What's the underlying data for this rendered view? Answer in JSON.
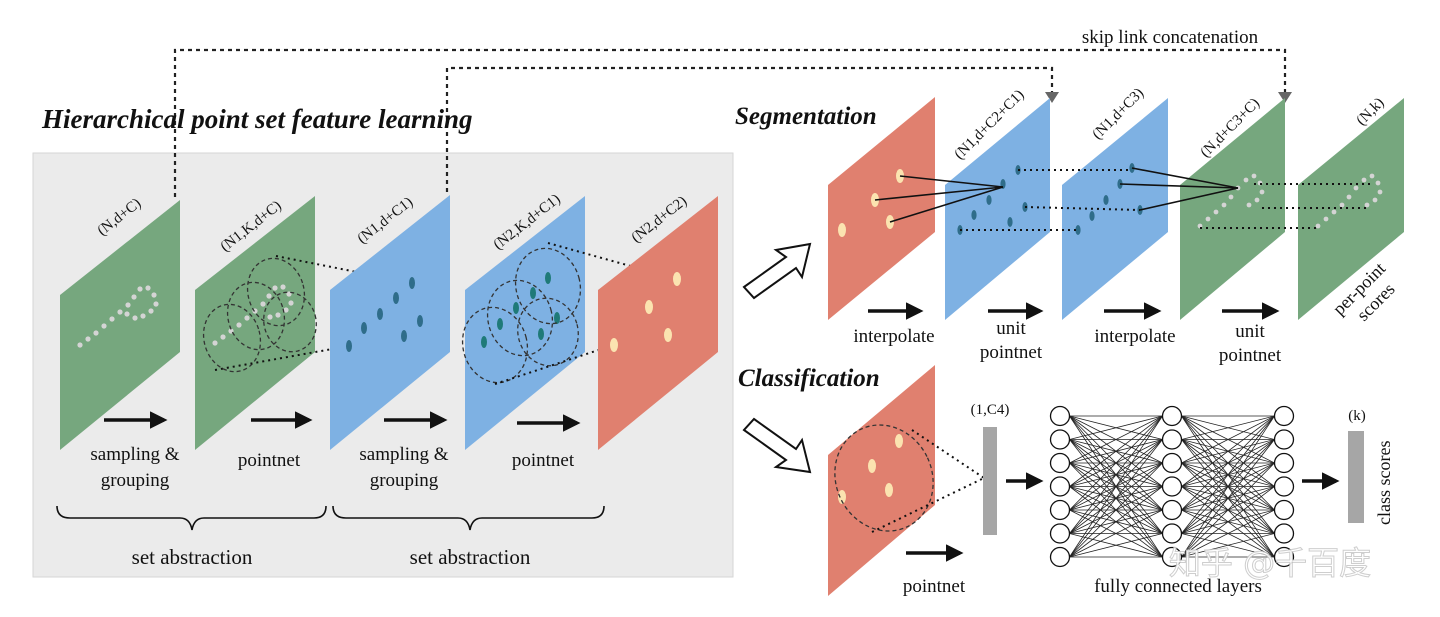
{
  "titles": {
    "hierarchical": "Hierarchical point set feature learning",
    "segmentation": "Segmentation",
    "classification": "Classification"
  },
  "skip_label": "skip link concatenation",
  "feature_labels": {
    "l1": "(N,d+C)",
    "l2": "(N1,K,d+C)",
    "l3": "(N1,d+C1)",
    "l4": "(N2,K,d+C1)",
    "l5": "(N2,d+C2)",
    "s2": "(N1,d+C2+C1)",
    "s3": "(N1,d+C3)",
    "s4": "(N,d+C3+C)",
    "s5": "(N,k)",
    "c1": "(1,C4)",
    "c2": "(k)"
  },
  "step_labels": {
    "sampling1_a": "sampling &",
    "sampling1_b": "grouping",
    "pointnet1": "pointnet",
    "sampling2_a": "sampling &",
    "sampling2_b": "grouping",
    "pointnet2": "pointnet",
    "interpolate1": "interpolate",
    "unit1_a": "unit",
    "unit1_b": "pointnet",
    "interpolate2": "interpolate",
    "unit2_a": "unit",
    "unit2_b": "pointnet",
    "perpoint_a": "per-point",
    "perpoint_b": "scores",
    "cls_pointnet": "pointnet",
    "fc_layers": "fully connected layers",
    "class_scores": "class scores"
  },
  "brace_labels": {
    "set_abstraction_1": "set abstraction",
    "set_abstraction_2": "set abstraction"
  },
  "watermark": "知乎 @千百度",
  "colors": {
    "green": "#76a77e",
    "blue": "#7eb1e3",
    "red": "#e0806f",
    "panel": "#ebebeb",
    "gray_bar": "#a6a6a6",
    "dark_teal": "#2f6d8a",
    "cream": "#fbe3b0"
  }
}
